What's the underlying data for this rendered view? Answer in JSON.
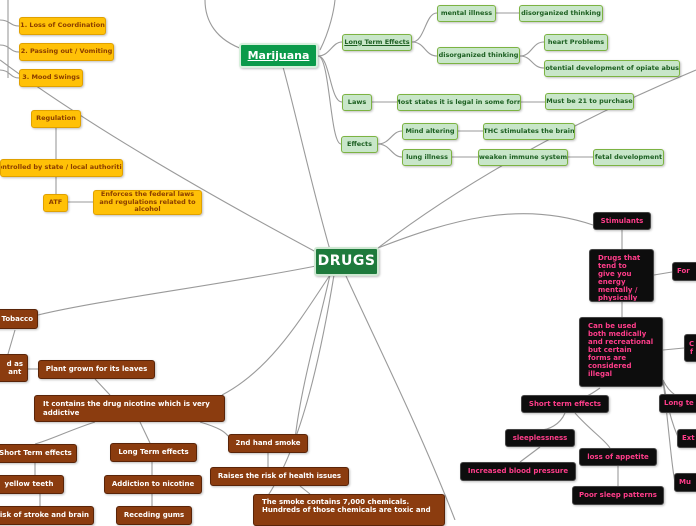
{
  "center": {
    "label": "DRUGS"
  },
  "marijuana": {
    "title": "Marijuana",
    "long_term_effects": "Long Term Effects",
    "mental_illness": "mental illness",
    "disorganized_thinking_1": "disorganized thinking",
    "disorganized_thinking_2": "disorganized thinking",
    "heart_problems": "heart Problems",
    "opiate_abuse": "Potential development of opiate abuse",
    "laws": "Laws",
    "legal_states": "Most states it is legal in some form",
    "must_be_21": "Must be 21 to purchase",
    "effects": "Effects",
    "mind_altering": "Mind altering",
    "thc_brain": "THC stimulates the brain",
    "lung_illness": "lung illness",
    "immune_system": "weaken immune system",
    "fetal_development": "fetal development"
  },
  "alcohol": {
    "loss_coordination": "1. Loss of Coordination",
    "passing_out": "2. Passing out / Vomiting",
    "mood_swings": "3. Mood Swings",
    "regulation": "Regulation",
    "controlled_by": "Controlled by state / local authorities",
    "atf": "ATF",
    "enforces": "Enforces the federal laws and regulations related to alcohol"
  },
  "stimulants": {
    "title": "Stimulants",
    "definition": "Drugs that tend to give you energy mentally / physically",
    "usage": "Can be used both medically and recreational but certain forms are considered illegal",
    "short_term": "Short term effects",
    "sleeplessness": "sleeplessness",
    "blood_pressure": "Increased blood pressure",
    "appetite": "loss of appetite",
    "sleep_patterns": "Poor sleep patterns",
    "cut_1": "For",
    "cut_2": "C\nf",
    "cut_3": "Long te",
    "cut_4": "Ext",
    "cut_5": "Mu"
  },
  "tobacco": {
    "title": "Tobacco",
    "used_as": "d as\nant",
    "plant_grown": "Plant grown for its leaves",
    "nicotine": "It contains the drug nicotine which is very addictive",
    "short_term": "Short Term effects",
    "long_term": "Long Term effects",
    "second_hand": "2nd hand smoke",
    "yellow_teeth": "yellow teeth",
    "addiction": "Addiction to nicotine",
    "health_risk": "Raises the risk of health issues",
    "stroke": "isk of stroke and brain",
    "receding_gums": "Receding gums",
    "chemicals": "The smoke contains 7,000 chemicals. Hundreds of those chemicals are toxic and"
  }
}
